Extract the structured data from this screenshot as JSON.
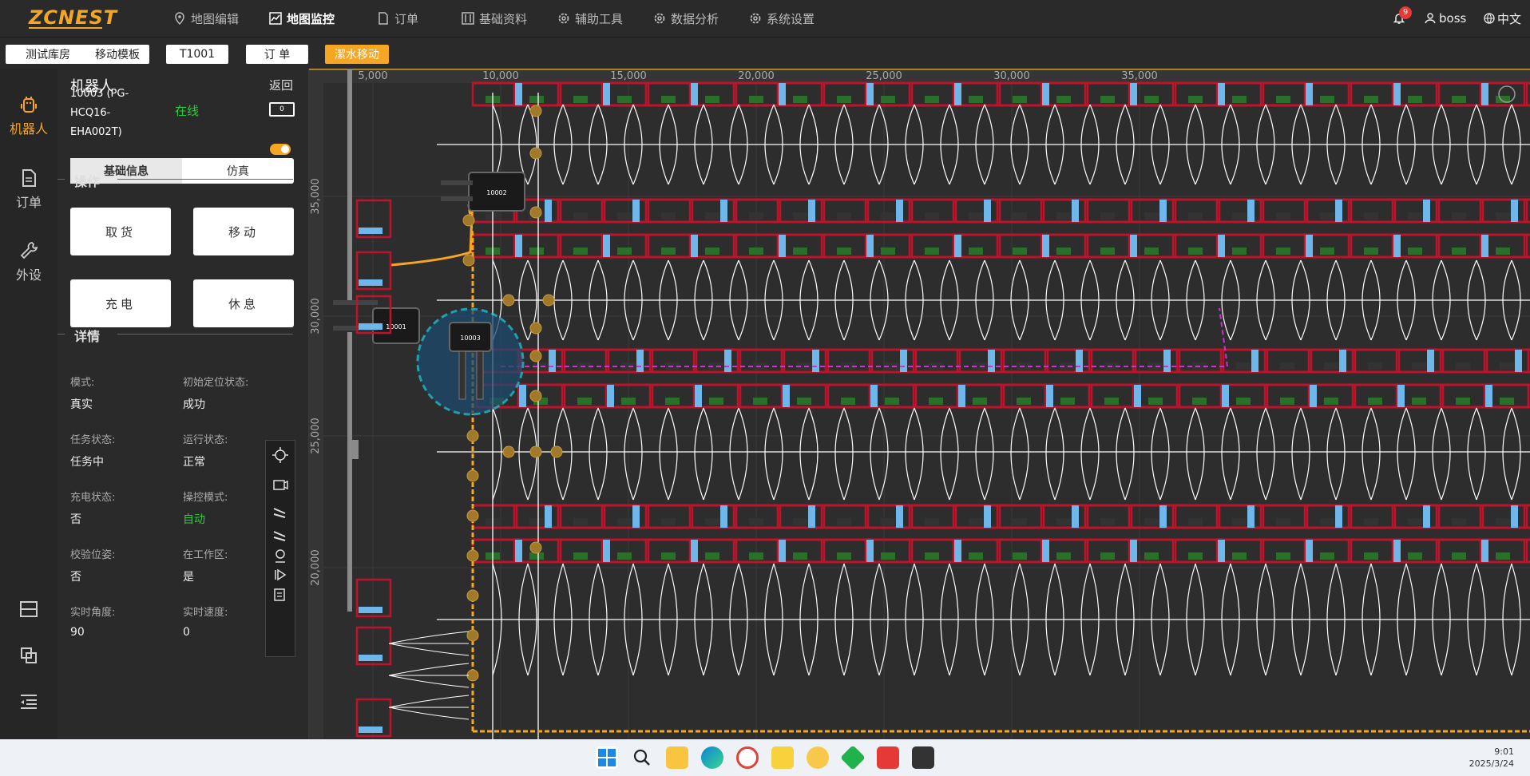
{
  "app": {
    "logo": "ZCNEST"
  },
  "nav": [
    {
      "label": "地图编辑",
      "icon": "map-pin-icon"
    },
    {
      "label": "地图监控",
      "icon": "chart-line-icon"
    },
    {
      "label": "订单",
      "icon": "document-icon"
    },
    {
      "label": "基础资料",
      "icon": "sliders-icon"
    },
    {
      "label": "辅助工具",
      "icon": "gear-icon"
    },
    {
      "label": "数据分析",
      "icon": "gear-icon"
    },
    {
      "label": "系统设置",
      "icon": "gear-icon"
    }
  ],
  "header": {
    "notifications": "9",
    "user": "boss",
    "language": "中文"
  },
  "toolbar": {
    "warehouse": "测试库房",
    "template": "移动模板",
    "robot_id": "T1001",
    "order": "订 单",
    "action": "潔水移动"
  },
  "leftnav": [
    {
      "label": "机器人",
      "icon": "robot-icon"
    },
    {
      "label": "订单",
      "icon": "document-icon"
    },
    {
      "label": "外设",
      "icon": "wrench-icon"
    }
  ],
  "robot_panel": {
    "title": "机器人",
    "back": "返回",
    "robot_line1": "10003 (PG-",
    "robot_line2": "HCQ16-",
    "robot_line3": "EHA002T)",
    "status": "在线",
    "battery": "0",
    "tabs": [
      "基础信息",
      "仿真"
    ],
    "ops_title": "操作",
    "ops": [
      "取货",
      "移动",
      "充电",
      "休息"
    ],
    "details_title": "详情",
    "details": [
      {
        "label": "模式:",
        "value": "真实"
      },
      {
        "label": "初始定位状态:",
        "value": "成功"
      },
      {
        "label": "任务状态:",
        "value": "任务中"
      },
      {
        "label": "运行状态:",
        "value": "正常"
      },
      {
        "label": "充电状态:",
        "value": "否"
      },
      {
        "label": "操控模式:",
        "value": "自动"
      },
      {
        "label": "校验位姿:",
        "value": "否"
      },
      {
        "label": "在工作区:",
        "value": "是"
      },
      {
        "label": "实时角度:",
        "value": "90"
      },
      {
        "label": "实时速度:",
        "value": "0"
      }
    ]
  },
  "map": {
    "x_ticks": [
      "5,000",
      "10,000",
      "15,000",
      "20,000",
      "25,000",
      "30,000",
      "35,000"
    ],
    "y_ticks": [
      "35,000",
      "30,000",
      "25,000",
      "20,000"
    ],
    "robots": [
      "10002",
      "10001",
      "10003"
    ],
    "colors": {
      "rack": "#c0122a",
      "path": "#ffffff",
      "route": "#f5a623",
      "target": "#cc33cc",
      "highlight": "#20c4d8"
    }
  },
  "taskbar": {
    "time": "9:01",
    "date": "2025/3/24"
  }
}
